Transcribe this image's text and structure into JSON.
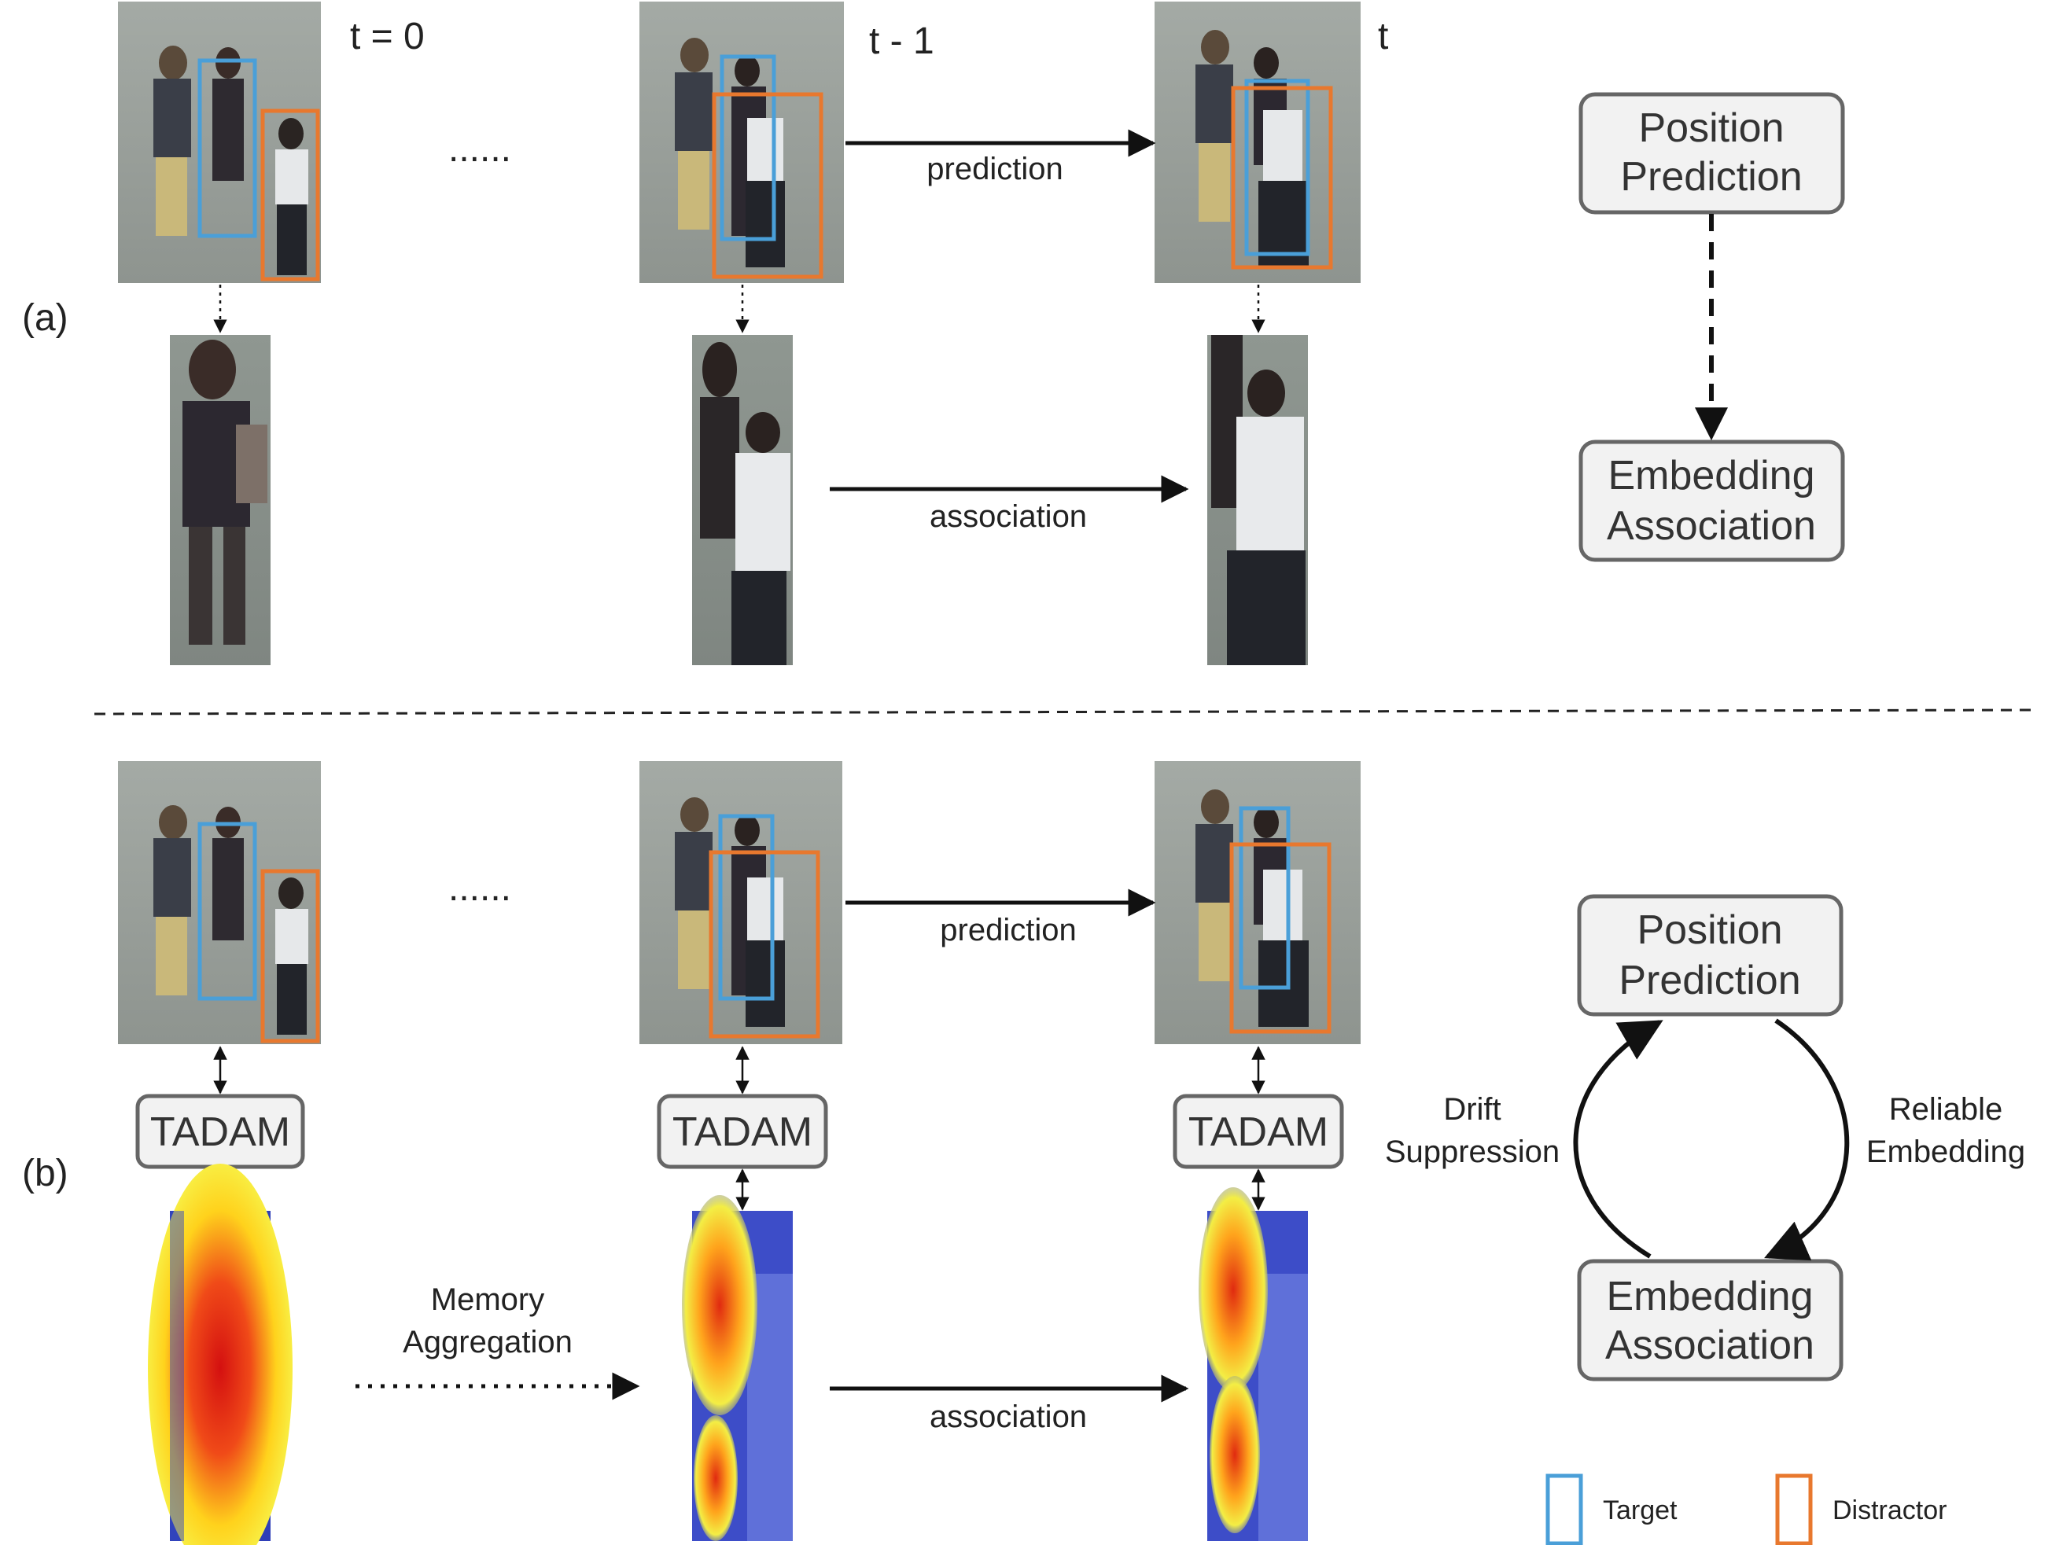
{
  "section_labels": {
    "a": "(a)",
    "b": "(b)"
  },
  "time_labels": {
    "t0": "t = 0",
    "tm1": "t - 1",
    "t": "t"
  },
  "ellipsis": "......",
  "arrow_labels": {
    "prediction": "prediction",
    "association": "association",
    "memory_line1": "Memory",
    "memory_line2": "Aggregation"
  },
  "boxes": {
    "position_line1": "Position",
    "position_line2": "Prediction",
    "embedding_line1": "Embedding",
    "embedding_line2": "Association"
  },
  "tadam": "TADAM",
  "cycle_labels": {
    "left_line1": "Drift",
    "left_line2": "Suppression",
    "right_line1": "Reliable",
    "right_line2": "Embedding"
  },
  "legend": {
    "target": "Target",
    "distractor": "Distractor"
  },
  "colors": {
    "target": "#4a9fd8",
    "distractor": "#e8782e",
    "box_fill": "#f2f2f2",
    "box_stroke": "#666666"
  }
}
